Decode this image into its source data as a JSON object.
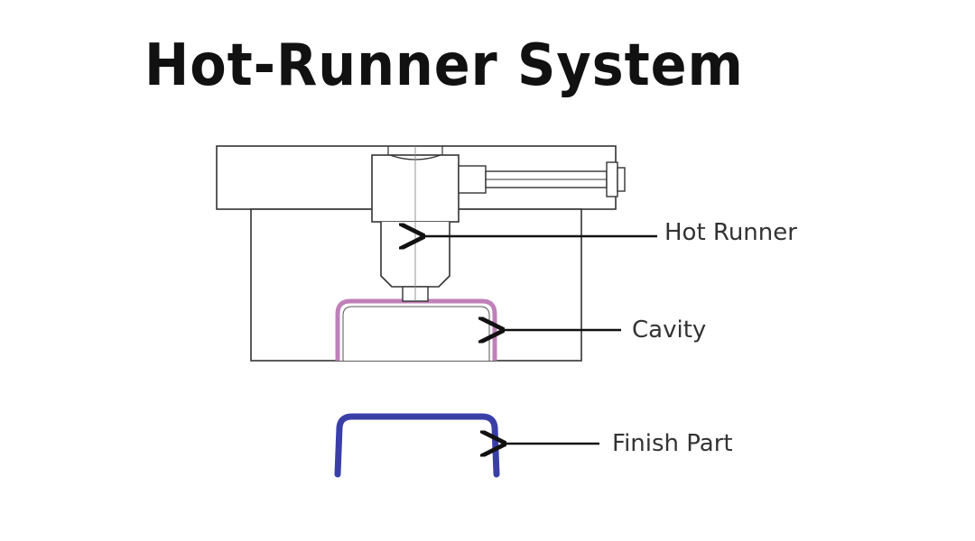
{
  "title": "Hot-Runner System",
  "labels": {
    "hot_runner": "Hot Runner",
    "cavity": "Cavity",
    "finish_part": "Finish Part"
  },
  "colors": {
    "cavity_outline": "#c080b8",
    "finish_part": "#3a3fa8",
    "line": "#333333"
  }
}
